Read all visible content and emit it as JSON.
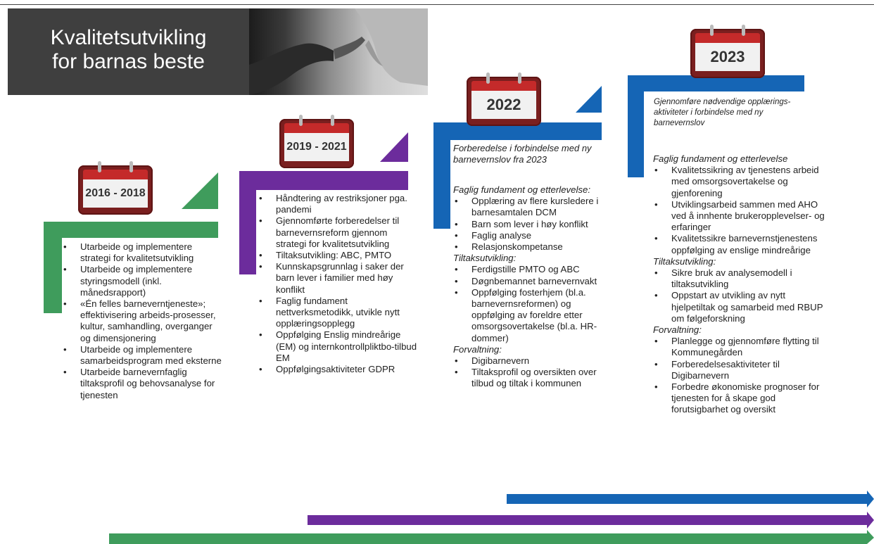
{
  "title": {
    "line1": "Kvalitetsutvikling",
    "line2": "for barnas beste"
  },
  "colors": {
    "green": "#3f9c5c",
    "purple": "#6c2c9c",
    "blue": "#1565b5",
    "title_bg": "#3f3f3f"
  },
  "periods": [
    {
      "label": "2016 - 2018",
      "items": [
        "Utarbeide og implementere strategi for kvalitetsutvikling",
        "Utarbeide og implementere styringsmodell (inkl. månedsrapport)",
        "«Én felles barneverntjeneste»; effektivisering arbeids-prosesser, kultur, samhandling, overganger og dimensjonering",
        "Utarbeide og implementere samarbeidsprogram med eksterne",
        "Utarbeide barnevernfaglig tiltaksprofil og behovsanalyse for tjenesten"
      ]
    },
    {
      "label": "2019 - 2021",
      "items": [
        "Håndtering av restriksjoner pga. pandemi",
        "Gjennomførte forberedelser til barnevernsreform gjennom strategi for kvalitetsutvikling",
        "Tiltaksutvikling: ABC, PMTO",
        "Kunnskapsgrunnlag i saker der barn lever i familier med høy konflikt",
        "Faglig fundament nettverksmetodikk, utvikle nytt opplæringsopplegg",
        "Oppfølging Enslig mindreårige (EM) og internkontrollpliktbo-tilbud EM",
        "Oppfølgingsaktiviteter GDPR"
      ]
    },
    {
      "label": "2022",
      "intro": "Forberedelse i forbindelse med ny barnevernslov fra 2023",
      "sections": [
        {
          "head": "Faglig fundament og etterlevelse:",
          "items": [
            "Opplæring av flere kursledere i barnesamtalen DCM",
            "Barn som lever i høy konflikt",
            "Faglig analyse",
            "Relasjonskompetanse"
          ]
        },
        {
          "head": "Tiltaksutvikling:",
          "items": [
            "Ferdigstille PMTO og ABC",
            "Døgnbemannet barnevernvakt",
            "Oppfølging fosterhjem (bl.a. barnevernsreformen) og oppfølging av foreldre etter omsorgsovertakelse (bl.a. HR-dommer)"
          ]
        },
        {
          "head": "Forvaltning:",
          "items": [
            "Digibarnevern",
            "Tiltaksprofil og oversikten over tilbud og tiltak i kommunen"
          ]
        }
      ]
    },
    {
      "label": "2023",
      "intro": "Gjennomføre nødvendige opplærings-aktiviteter i forbindelse med ny barnevernslov",
      "sections": [
        {
          "head": "Faglig fundament og etterlevelse",
          "items": [
            "Kvalitetssikring av tjenestens arbeid med omsorgsovertakelse og gjenforening",
            "Utviklingsarbeid sammen med AHO ved å innhente brukeropplevelser- og erfaringer",
            "Kvalitetssikre barnevernstjenestens oppfølging av enslige mindreårige"
          ]
        },
        {
          "head": "Tiltaksutvikling:",
          "items": [
            "Sikre bruk av analysemodell i tiltaksutvikling",
            "Oppstart av utvikling av nytt hjelpetiltak og samarbeid med RBUP om følgeforskning"
          ]
        },
        {
          "head": "Forvaltning:",
          "items": [
            "Planlegge og gjennomføre flytting til Kommunegården",
            "Forberedelsesaktiviteter til Digibarnevern",
            "Forbedre økonomiske prognoser for tjenesten for å skape god forutsigbarhet og oversikt"
          ]
        }
      ]
    }
  ]
}
